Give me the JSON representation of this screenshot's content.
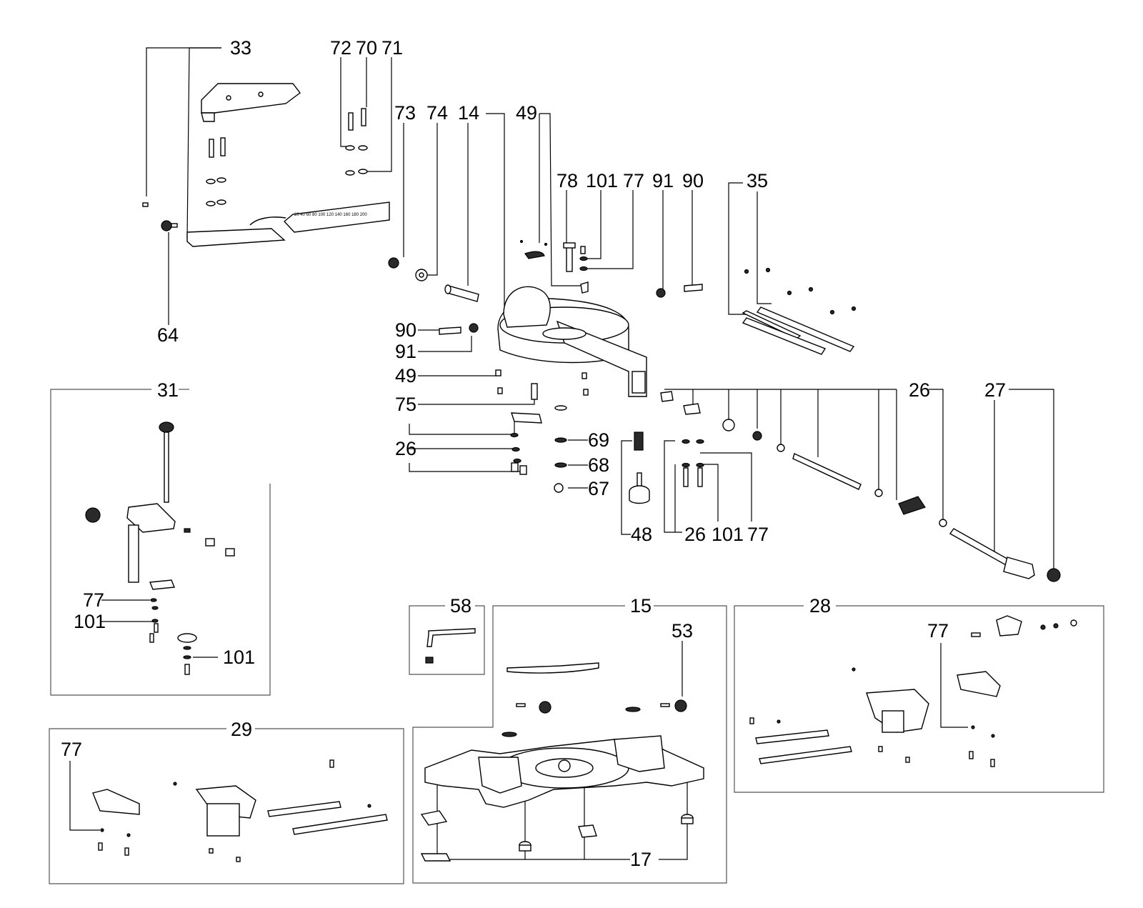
{
  "callouts": {
    "c33": "33",
    "c72": "72",
    "c70": "70",
    "c71": "71",
    "c73": "73",
    "c74": "74",
    "c14": "14",
    "c49a": "49",
    "c78": "78",
    "c101a": "101",
    "c77a": "77",
    "c91a": "91",
    "c90a": "90",
    "c35": "35",
    "c64": "64",
    "c90b": "90",
    "c91b": "91",
    "c49b": "49",
    "c31": "31",
    "c75": "75",
    "c26a": "26",
    "c26b": "26",
    "c27": "27",
    "c69": "69",
    "c68": "68",
    "c67": "67",
    "c48": "48",
    "c26c": "26",
    "c101b": "101",
    "c77b": "77",
    "c77c": "77",
    "c101c": "101",
    "c101d": "101",
    "c58": "58",
    "c15": "15",
    "c28": "28",
    "c53": "53",
    "c77d": "77",
    "c29": "29",
    "c77e": "77",
    "c17": "17"
  },
  "scale_text": "20 40 60 80 100 120 140 160 180 200",
  "icons": [
    "allen-key-icon",
    "knob-icon",
    "screw-icon",
    "washer-icon",
    "nut-icon"
  ]
}
